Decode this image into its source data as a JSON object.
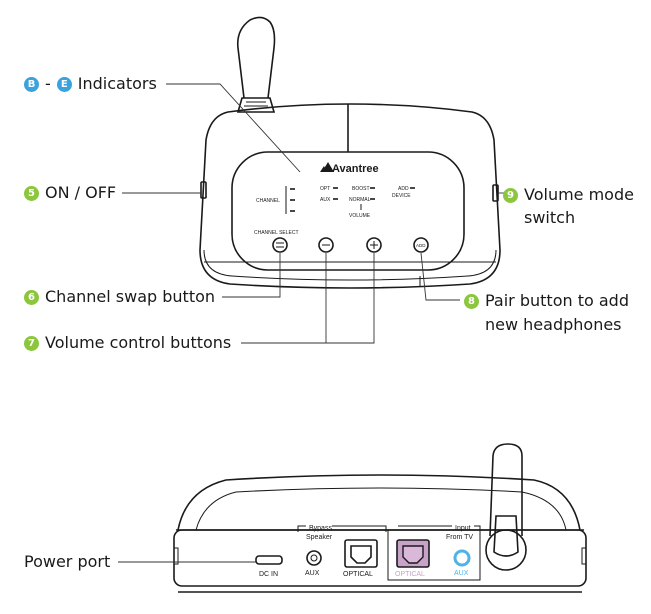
{
  "callouts": {
    "indicators": {
      "badge_start": "B",
      "dash": "-",
      "badge_end": "E",
      "label": "Indicators"
    },
    "on_off": {
      "badge": "5",
      "label": "ON / OFF"
    },
    "channel_swap": {
      "badge": "6",
      "label": "Channel swap button"
    },
    "volume_control": {
      "badge": "7",
      "label": "Volume control buttons"
    },
    "pair_button": {
      "badge": "8",
      "label_line1": "Pair button to add",
      "label_line2": "new headphones"
    },
    "volume_mode": {
      "badge": "9",
      "label_line1": "Volume mode",
      "label_line2": "switch"
    },
    "power_port": {
      "label": "Power port"
    }
  },
  "device_front": {
    "brand": "Avantree",
    "channel_label": "CHANNEL",
    "opt_label": "OPT",
    "aux_label": "AUX",
    "boost_label": "BOOST",
    "normal_label": "NORMAL",
    "volume_label": "VOLUME",
    "add_device_line1": "ADD",
    "add_device_line2": "DEVICE",
    "channel_select_label": "CHANNEL SELECT",
    "add_button_label": "ADD"
  },
  "device_back": {
    "bypass_line1": "Bypass",
    "bypass_line2": "Speaker",
    "input_line1": "Input",
    "input_line2": "From TV",
    "dc_in_label": "DC IN",
    "aux_label": "AUX",
    "optical_label": "OPTICAL",
    "optical_in_label": "OPTICAL",
    "aux_in_label": "AUX"
  },
  "colors": {
    "badge_green": "#8cc63f",
    "badge_blue": "#3aa3dd",
    "optical_input_accent": "#c9a2c9",
    "aux_input_accent": "#4fb3e6",
    "outline": "#1a1a1a"
  }
}
